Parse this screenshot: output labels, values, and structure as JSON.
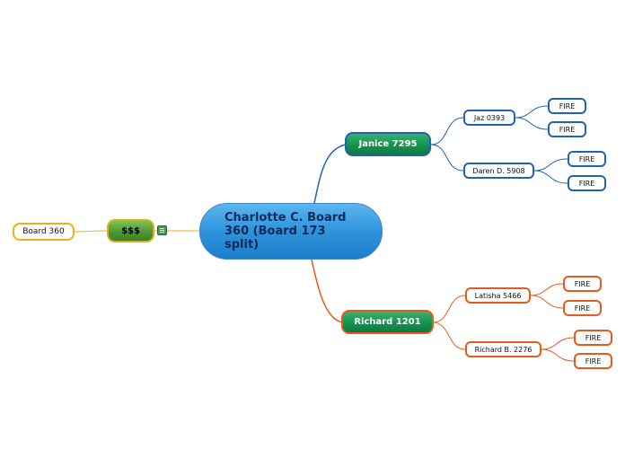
{
  "diagram": {
    "central_topic": "Charlotte C. Board 360 (Board 173 split)",
    "left_branch": {
      "label": "$$$",
      "has_note": true,
      "child": "Board 360"
    },
    "branches": [
      {
        "label": "Janice 7295",
        "children": [
          {
            "label": "Jaz 0393",
            "children": [
              "FIRE",
              "FIRE"
            ]
          },
          {
            "label": "Daren D. 5908",
            "children": [
              "FIRE",
              "FIRE"
            ]
          }
        ]
      },
      {
        "label": "Richard 1201",
        "children": [
          {
            "label": "Latisha 5466",
            "children": [
              "FIRE",
              "FIRE"
            ]
          },
          {
            "label": "Richard B. 2276",
            "children": [
              "FIRE",
              "FIRE"
            ]
          }
        ]
      }
    ]
  },
  "colors": {
    "blue_branch": "#1f63b3",
    "orange_branch": "#e65a1e",
    "yellow_branch": "#e8b21c",
    "green_fill": "#16924f",
    "central_fill": "#2f93dc"
  },
  "icons": {
    "note": "notes-icon"
  }
}
